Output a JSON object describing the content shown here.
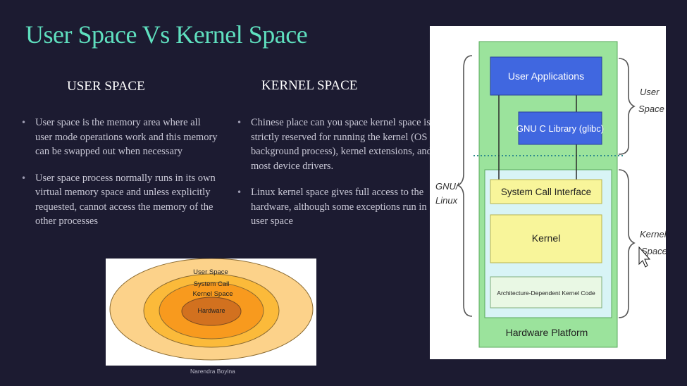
{
  "slide": {
    "title": "User Space Vs Kernel Space",
    "user_heading": "USER SPACE",
    "kernel_heading": "KERNEL SPACE",
    "user_bullets": [
      "User space is the memory area where all user mode operations work and this memory can be swapped out when necessary",
      "User space process normally runs in its own virtual memory space and unless explicitly requested, cannot access the memory of the other processes"
    ],
    "kernel_bullets": [
      "Chinese place can you space kernel space is strictly reserved for running the kernel (OS background process), kernel extensions, and most device drivers.",
      "Linux kernel space gives full access to the hardware, although some exceptions run in user space"
    ],
    "credit": "Narendra Boyina"
  },
  "onion": {
    "rings": [
      "User Space",
      "System Call",
      "Kernel Space",
      "Hardware"
    ],
    "colors": [
      "#fcd28a",
      "#fbba3a",
      "#f89a1e",
      "#d2711f"
    ]
  },
  "arch": {
    "blocks": {
      "user_apps": "User Applications",
      "glibc": "GNU C Library (glibc)",
      "syscall": "System Call Interface",
      "kernel": "Kernel",
      "arch_code": "Architecture-Dependent Kernel Code",
      "hardware": "Hardware Platform"
    },
    "labels": {
      "gnu": "GNU/",
      "linux": "Linux",
      "user": "User",
      "user_space": "Space",
      "kernel": "Kernel",
      "kernel_space": "Space"
    },
    "colors": {
      "outer": "#9be39c",
      "inner": "#d8f4f6",
      "blue": "#4067e0",
      "yellow": "#f8f59a",
      "pale": "#e9f8e4"
    }
  }
}
